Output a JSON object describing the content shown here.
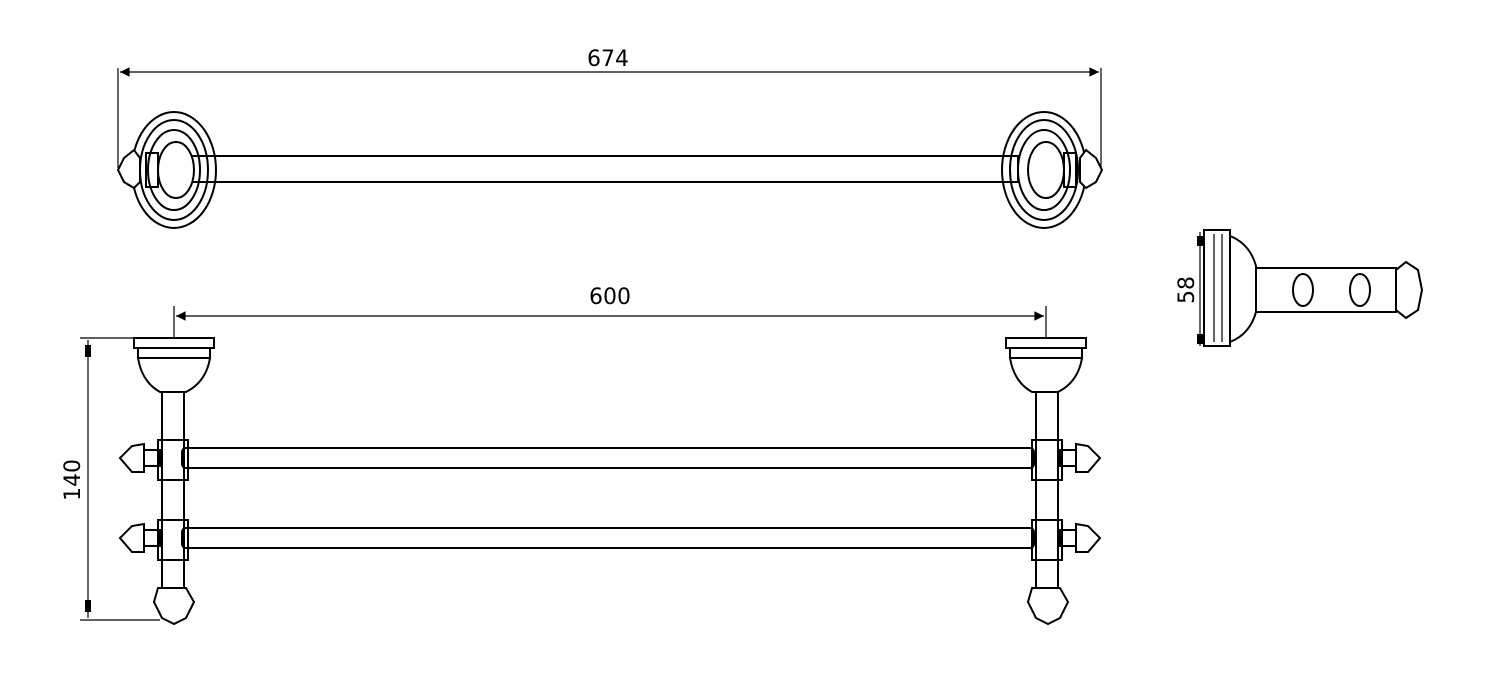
{
  "dimensions": {
    "overall_length": "674",
    "mount_spacing": "600",
    "height": "140",
    "depth": "58"
  }
}
